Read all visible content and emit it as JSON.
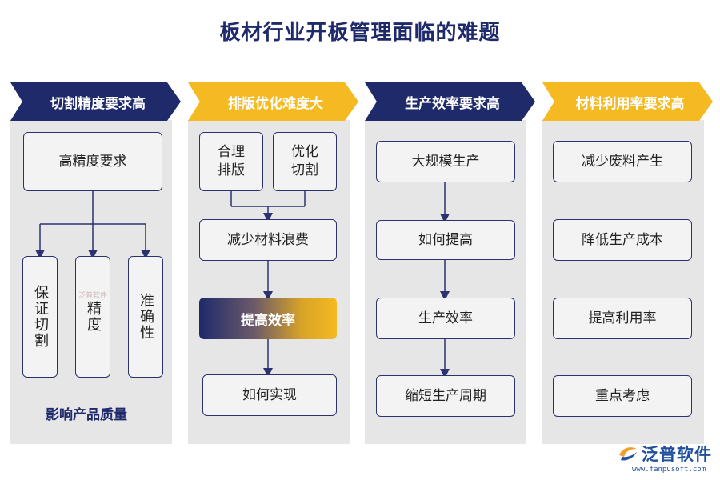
{
  "title": "板材行业开板管理面临的难题",
  "columns": [
    {
      "header": "切割精度要求高",
      "top_box": "高精度要求",
      "branches": [
        "保证切割",
        "精度",
        "准确性"
      ],
      "caption": "影响产品质量"
    },
    {
      "header": "排版优化难度大",
      "top_boxes": [
        "合理排版",
        "优化切割"
      ],
      "steps": [
        "减少材料浪费",
        "提高效率",
        "如何实现"
      ]
    },
    {
      "header": "生产效率要求高",
      "steps": [
        "大规模生产",
        "如何提高",
        "生产效率",
        "缩短生产周期"
      ]
    },
    {
      "header": "材料利用率要求高",
      "items": [
        "减少废料产生",
        "降低生产成本",
        "提高利用率",
        "重点考虑"
      ]
    }
  ],
  "logo": {
    "name": "泛普软件",
    "url": "www.fanpusoft.com",
    "icon": "fanpu-logo-icon"
  },
  "watermark": "泛普软件",
  "colors": {
    "navy": "#1f2a6b",
    "gold": "#f5b921",
    "panel": "#e6e6e6"
  }
}
